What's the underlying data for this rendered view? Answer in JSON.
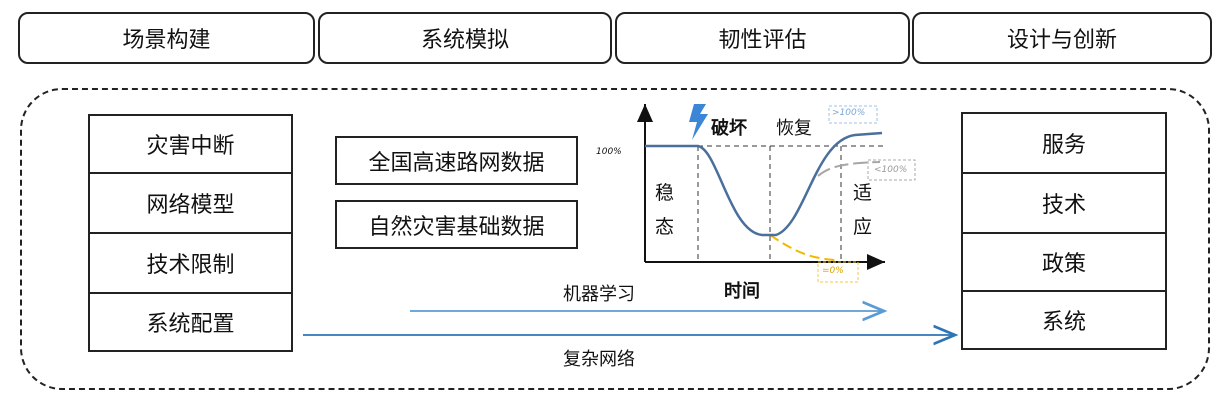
{
  "tabs": [
    "场景构建",
    "系统模拟",
    "韧性评估",
    "设计与创新"
  ],
  "left_stack": [
    "灾害中断",
    "网络模型",
    "技术限制",
    "系统配置"
  ],
  "data_sources": [
    "全国高速路网数据",
    "自然灾害基础数据"
  ],
  "right_stack": [
    "服务",
    "技术",
    "政策",
    "系统"
  ],
  "chart": {
    "y_tick": "100%",
    "x_label": "时间",
    "phase_left": [
      "稳",
      "态"
    ],
    "phase_right": [
      "适",
      "应"
    ],
    "disruption": "破坏",
    "recovery": "恢复",
    "above": ">100%",
    "below": "<100%",
    "zero": "=0%",
    "icon": "lightning-icon"
  },
  "arrows": {
    "ml": "机器学习",
    "network": "复杂网络"
  },
  "colors": {
    "curve": "#4a6f9c",
    "ml_arrow": "#5b9bd5",
    "net_arrow": "#2e75b6",
    "grey": "#a6a6a6",
    "yellow": "#f2b800",
    "lightning": "#3b86d6"
  }
}
